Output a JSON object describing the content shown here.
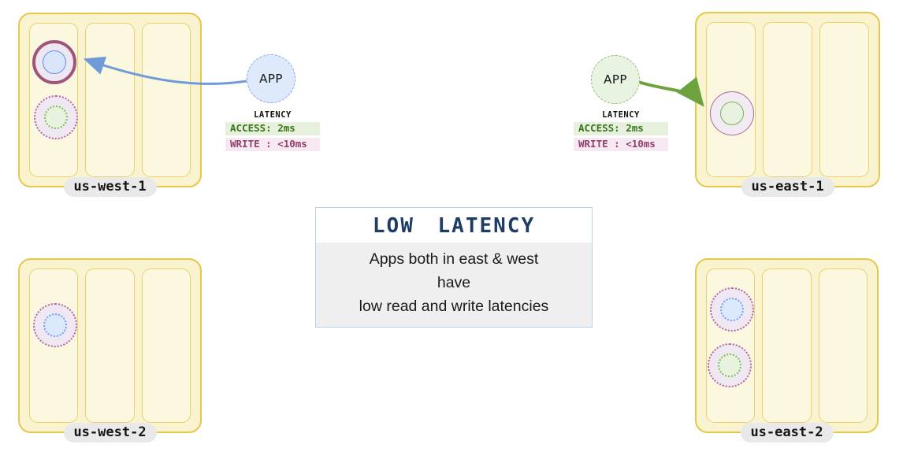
{
  "regions": [
    {
      "id": "us-west-1",
      "label": "us-west-1"
    },
    {
      "id": "us-east-1",
      "label": "us-east-1"
    },
    {
      "id": "us-west-2",
      "label": "us-west-2"
    },
    {
      "id": "us-east-2",
      "label": "us-east-2"
    }
  ],
  "apps": {
    "west": {
      "label": "APP"
    },
    "east": {
      "label": "APP"
    }
  },
  "latency_west": {
    "title": "LATENCY",
    "access": "ACCESS: 2ms",
    "write": "WRITE : <10ms"
  },
  "latency_east": {
    "title": "LATENCY",
    "access": "ACCESS: 2ms",
    "write": "WRITE : <10ms"
  },
  "callout": {
    "title": "LOW LATENCY",
    "lines": [
      "Apps both in east & west",
      "have",
      "low read and write latencies"
    ]
  },
  "colors": {
    "region_border": "#e6c749",
    "region_fill": "#faf3d0",
    "zone_fill": "#fcf7df",
    "arrow_west": "#6f9cd9",
    "arrow_east": "#6da23e",
    "leader_ring": "#a1547a",
    "replica_ring": "#ab689d",
    "inner_blue": "#648ced",
    "inner_green": "#76b254",
    "access_text": "#38761d",
    "write_text": "#92406a",
    "callout_title": "#1e3c64",
    "callout_border": "#b9d0e6"
  }
}
